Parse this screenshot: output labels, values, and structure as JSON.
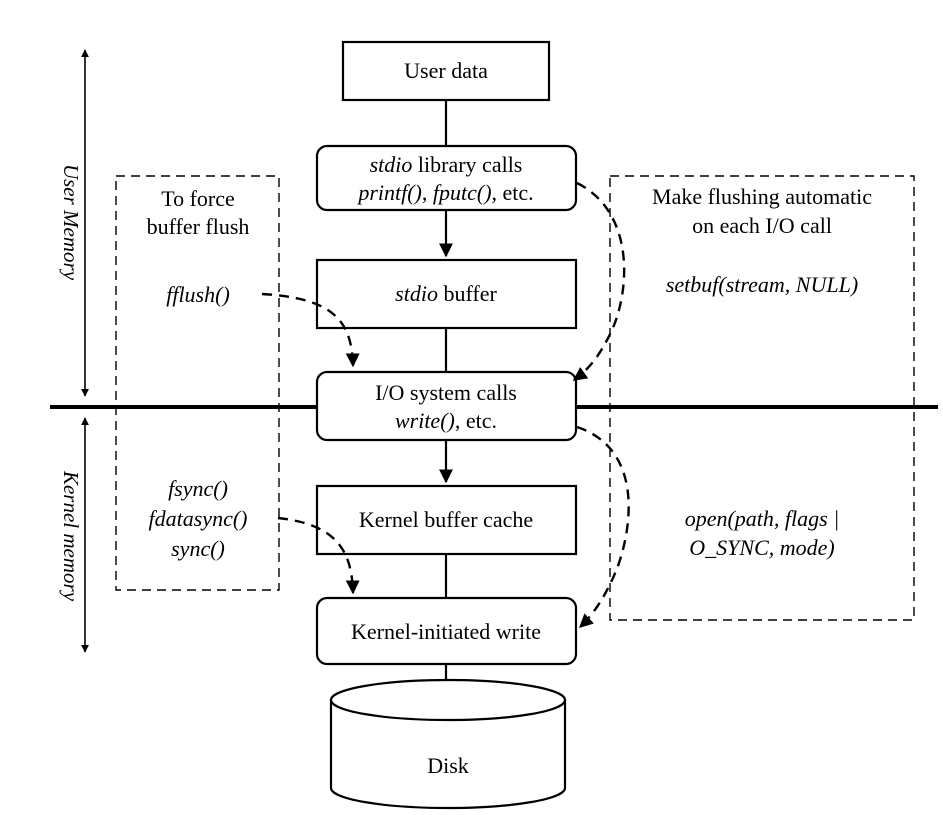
{
  "regions": {
    "user_memory": "User Memory",
    "kernel_memory": "Kernel memory"
  },
  "boxes": {
    "user_data": "User data",
    "stdio_calls": {
      "line1_italic": "stdio",
      "line1_rest": " library calls",
      "line2_func1": "printf()",
      "line2_sep": ", ",
      "line2_func2": "fputc()",
      "line2_rest": ", etc."
    },
    "stdio_buffer": {
      "italic": "stdio",
      "rest": " buffer"
    },
    "io_calls": {
      "line1": "I/O system calls",
      "line2_func": "write()",
      "line2_rest": ", etc."
    },
    "kernel_buffer_cache": "Kernel buffer cache",
    "kernel_write": "Kernel-initiated write",
    "disk": "Disk"
  },
  "left_panel": {
    "title_line1": "To force",
    "title_line2": "buffer flush",
    "fflush": "fflush()",
    "fsync": "fsync()",
    "fdatasync": "fdatasync()",
    "sync": "sync()"
  },
  "right_panel": {
    "title_line1": "Make flushing automatic",
    "title_line2": "on each I/O call",
    "setbuf": "setbuf(stream, NULL)",
    "open_line1": "open(path, flags |",
    "open_line2": "O_SYNC, mode)"
  }
}
